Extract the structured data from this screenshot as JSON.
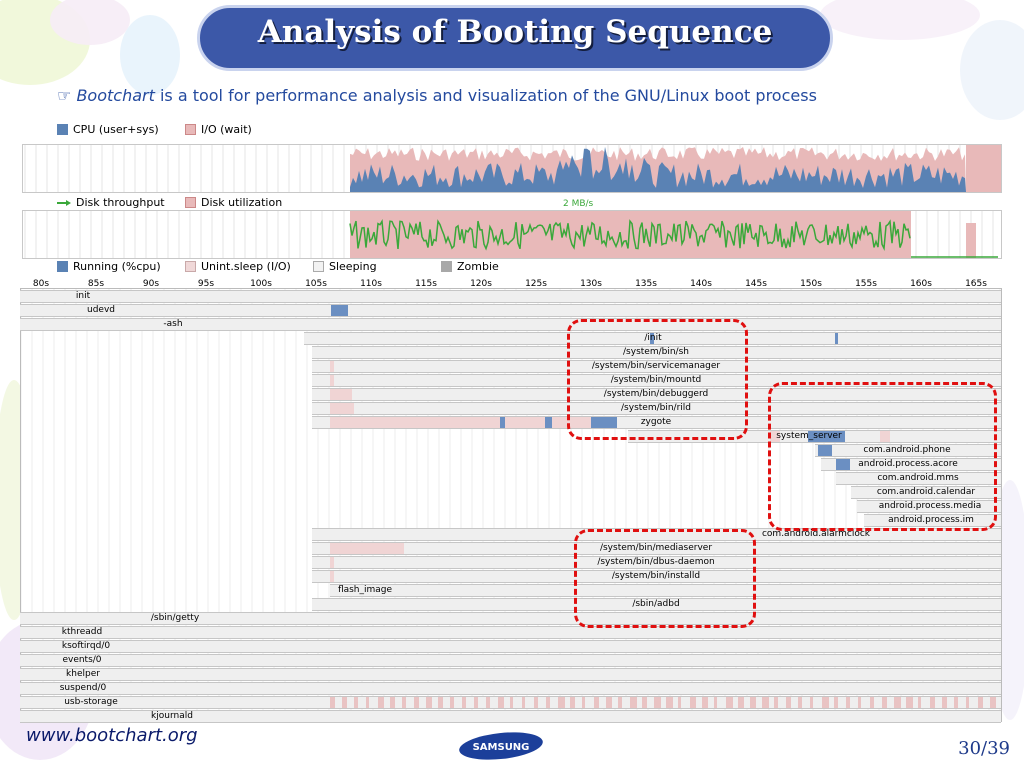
{
  "slide": {
    "title": "Analysis of  Booting Sequence",
    "subtitle_icon": "☞",
    "subtitle_em": "Bootchart",
    "subtitle_rest": " is a tool for performance analysis and visualization of the GNU/Linux boot process",
    "footer_link_main": "www.bootchart.",
    "footer_link_tld": "org",
    "logo_text": "SAMSUNG",
    "page_number": "30/39"
  },
  "colors": {
    "cpu": "#5a82b4",
    "io": "#e8b9b9",
    "disk_throughput": "#3aa83a",
    "running": "#5a82b4",
    "unint_sleep": "#f0d8d8",
    "sleeping": "#f2f2f2",
    "zombie": "#a8a8a8",
    "highlight": "#e01010",
    "title_bg": "#3c58a8"
  },
  "legends": {
    "cpu_label": "CPU (user+sys)",
    "io_label": "I/O (wait)",
    "disk_throughput_label": "Disk throughput",
    "disk_util_label": "Disk utilization",
    "disk_peak_label": "2 MB/s",
    "running_label": "Running (%cpu)",
    "unint_label": "Unint.sleep (I/O)",
    "sleeping_label": "Sleeping",
    "zombie_label": "Zombie"
  },
  "axis": {
    "ticks": [
      "80s",
      "85s",
      "90s",
      "95s",
      "100s",
      "105s",
      "110s",
      "115s",
      "120s",
      "125s",
      "130s",
      "135s",
      "140s",
      "145s",
      "150s",
      "155s",
      "160s",
      "165s"
    ]
  },
  "processes": [
    {
      "name": "init"
    },
    {
      "name": "udevd"
    },
    {
      "name": "-ash"
    },
    {
      "name": "/init"
    },
    {
      "name": "/system/bin/sh"
    },
    {
      "name": "/system/bin/servicemanager"
    },
    {
      "name": "/system/bin/mountd"
    },
    {
      "name": "/system/bin/debuggerd"
    },
    {
      "name": "/system/bin/rild"
    },
    {
      "name": "zygote"
    },
    {
      "name": "system_server"
    },
    {
      "name": "com.android.phone"
    },
    {
      "name": "android.process.acore"
    },
    {
      "name": "com.android.mms"
    },
    {
      "name": "com.android.calendar"
    },
    {
      "name": "android.process.media"
    },
    {
      "name": "android.process.im"
    },
    {
      "name": "com.android.alarmclock"
    },
    {
      "name": "/system/bin/mediaserver"
    },
    {
      "name": "/system/bin/dbus-daemon"
    },
    {
      "name": "/system/bin/installd"
    },
    {
      "name": "flash_image"
    },
    {
      "name": "/sbin/adbd"
    },
    {
      "name": "/sbin/getty"
    },
    {
      "name": "kthreadd"
    },
    {
      "name": "ksoftirqd/0"
    },
    {
      "name": "events/0"
    },
    {
      "name": "khelper"
    },
    {
      "name": "suspend/0"
    },
    {
      "name": "usb-storage"
    },
    {
      "name": "kjournald"
    }
  ]
}
